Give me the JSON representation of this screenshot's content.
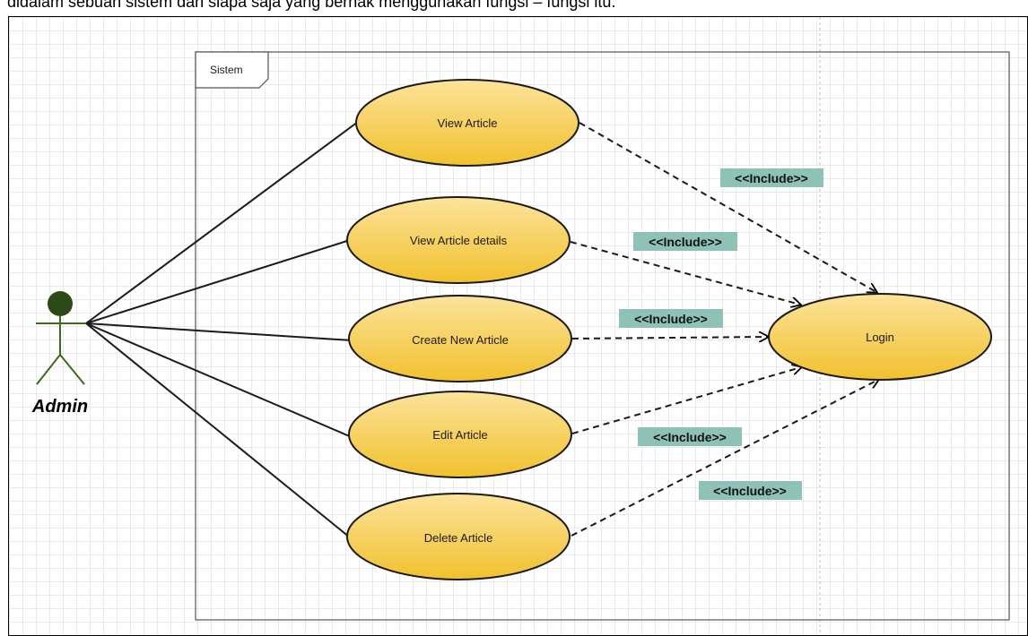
{
  "top_text": "didalam sebuah sistem dan siapa saja yang berhak menggunakan fungsi – fungsi itu.",
  "system_boundary": {
    "label": "Sistem"
  },
  "actor": {
    "label": "Admin"
  },
  "use_cases": [
    {
      "id": "view-article",
      "label": "View Article"
    },
    {
      "id": "view-article-details",
      "label": "View Article details"
    },
    {
      "id": "create-new-article",
      "label": "Create New Article"
    },
    {
      "id": "edit-article",
      "label": "Edit Article"
    },
    {
      "id": "delete-article",
      "label": "Delete Article"
    },
    {
      "id": "login",
      "label": "Login"
    }
  ],
  "include_labels": {
    "view_article": "<<Include>>",
    "view_article_details": "<<Include>>",
    "create_new_article": "<<Include>>",
    "edit_article": "<<Include>>",
    "delete_article": "<<Include>>"
  },
  "colors": {
    "usecase_fill_top": "#fbe39a",
    "usecase_fill_bottom": "#f2c12e",
    "include_label_bg": "#8fc2b6",
    "actor_head": "#2b4a17",
    "actor_body": "#3a6b1e"
  }
}
